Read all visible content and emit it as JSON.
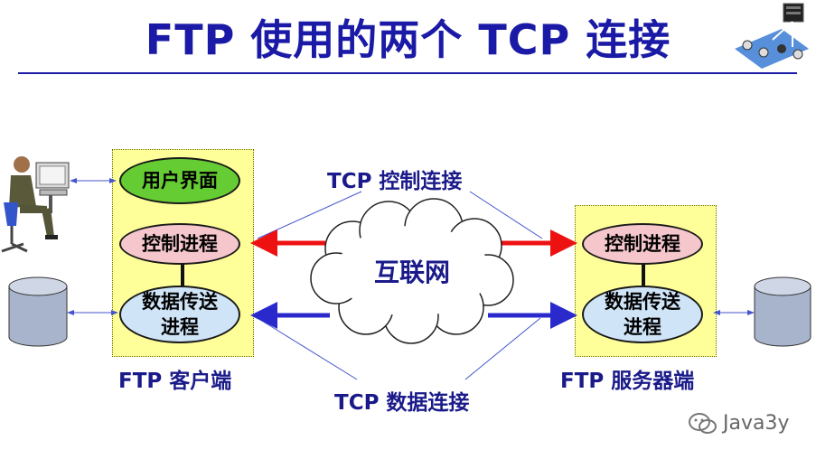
{
  "title": "FTP 使用的两个 TCP 连接",
  "client": {
    "label": "FTP 客户端",
    "ui": "用户界面",
    "control": "控制进程",
    "data_line1": "数据传送",
    "data_line2": "进程"
  },
  "server": {
    "label": "FTP 服务器端",
    "control": "控制进程",
    "data_line1": "数据传送",
    "data_line2": "进程"
  },
  "internet": "互联网",
  "control_conn": "TCP 控制连接",
  "data_conn": "TCP 数据连接",
  "watermark": "Java3y",
  "colors": {
    "title": "#1a1aa6",
    "panel": "#ffff99",
    "ui_oval": "#66cc33",
    "control_oval": "#f5c6cc",
    "data_oval": "#cfe4f6",
    "control_arrow": "#ee1111",
    "data_arrow": "#2a2acc"
  }
}
